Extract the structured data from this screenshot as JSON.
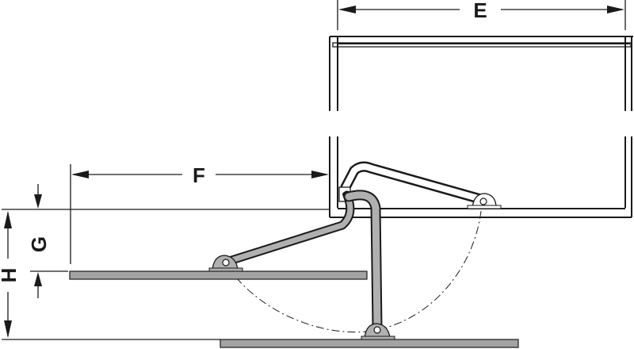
{
  "labels": {
    "e": "E",
    "f": "F",
    "g": "G",
    "h": "H"
  },
  "colors": {
    "line": "#1a1a1a",
    "panel": "#a3a3a3",
    "arm_fill": "#b0b0b0",
    "arm_fill_back": "#ffffff",
    "background": "#ffffff"
  }
}
